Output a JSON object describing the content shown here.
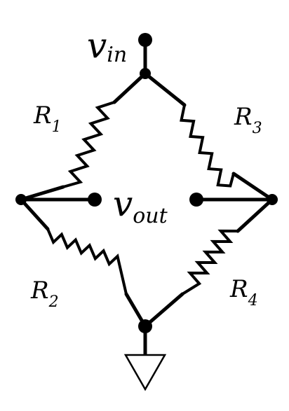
{
  "labels": {
    "vin": {
      "main": "v",
      "sub": "in"
    },
    "vout": {
      "main": "v",
      "sub": "out"
    },
    "r1": {
      "main": "R",
      "sub": "1"
    },
    "r2": {
      "main": "R",
      "sub": "2"
    },
    "r3": {
      "main": "R",
      "sub": "3"
    },
    "r4": {
      "main": "R",
      "sub": "4"
    }
  }
}
